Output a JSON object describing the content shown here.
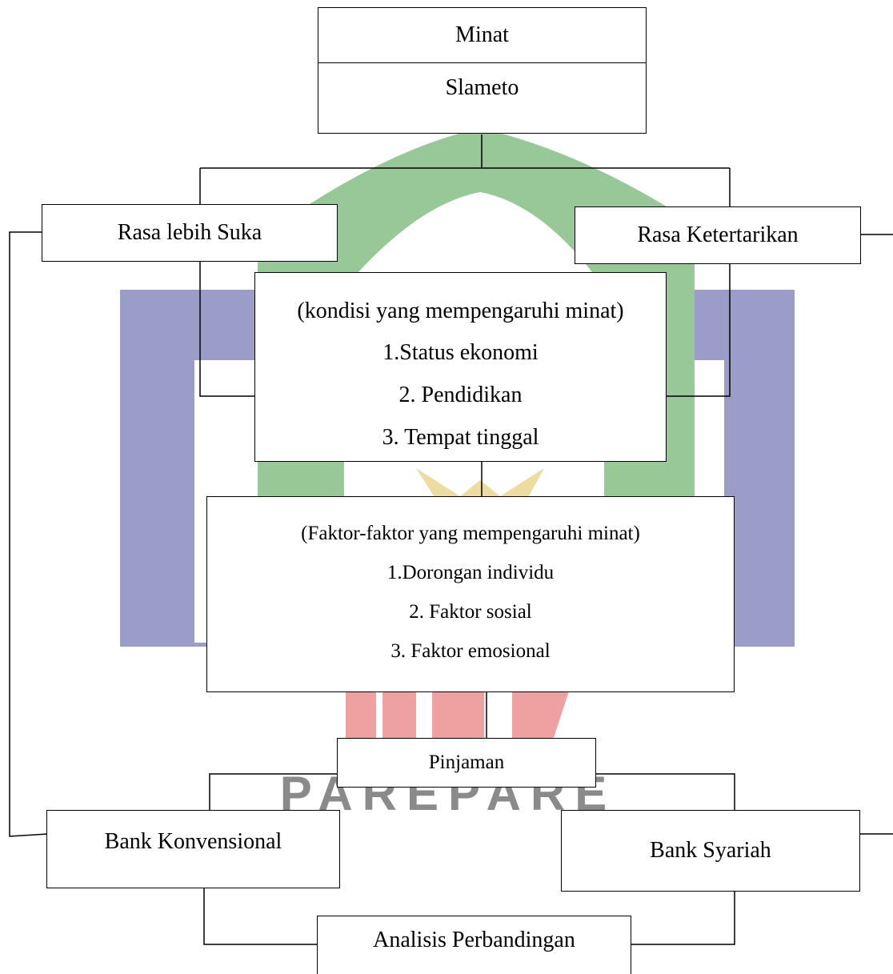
{
  "diagram": {
    "top": {
      "title": "Minat",
      "subtitle": "Slameto"
    },
    "left_node": "Rasa lebih Suka",
    "right_node": "Rasa Ketertarikan",
    "conditions": {
      "heading": "(kondisi yang mempengaruhi minat)",
      "items": [
        "1.Status ekonomi",
        "2. Pendidikan",
        "3. Tempat tinggal"
      ]
    },
    "factors": {
      "heading": "(Faktor-faktor yang mempengaruhi minat)",
      "items": [
        "1.Dorongan individu",
        "2. Faktor sosial",
        "3.  Faktor emosional"
      ]
    },
    "loan": "Pinjaman",
    "bank_left": "Bank Konvensional",
    "bank_right": "Bank Syariah",
    "bottom": "Analisis Perbandingan"
  },
  "watermark": {
    "text": "PAREPARE",
    "colors": {
      "frame": "#9c9cc8",
      "arch": "#98c898",
      "mark": "#efa0a0",
      "sun": "#ecdca0",
      "text": "#8a8a8a"
    }
  }
}
